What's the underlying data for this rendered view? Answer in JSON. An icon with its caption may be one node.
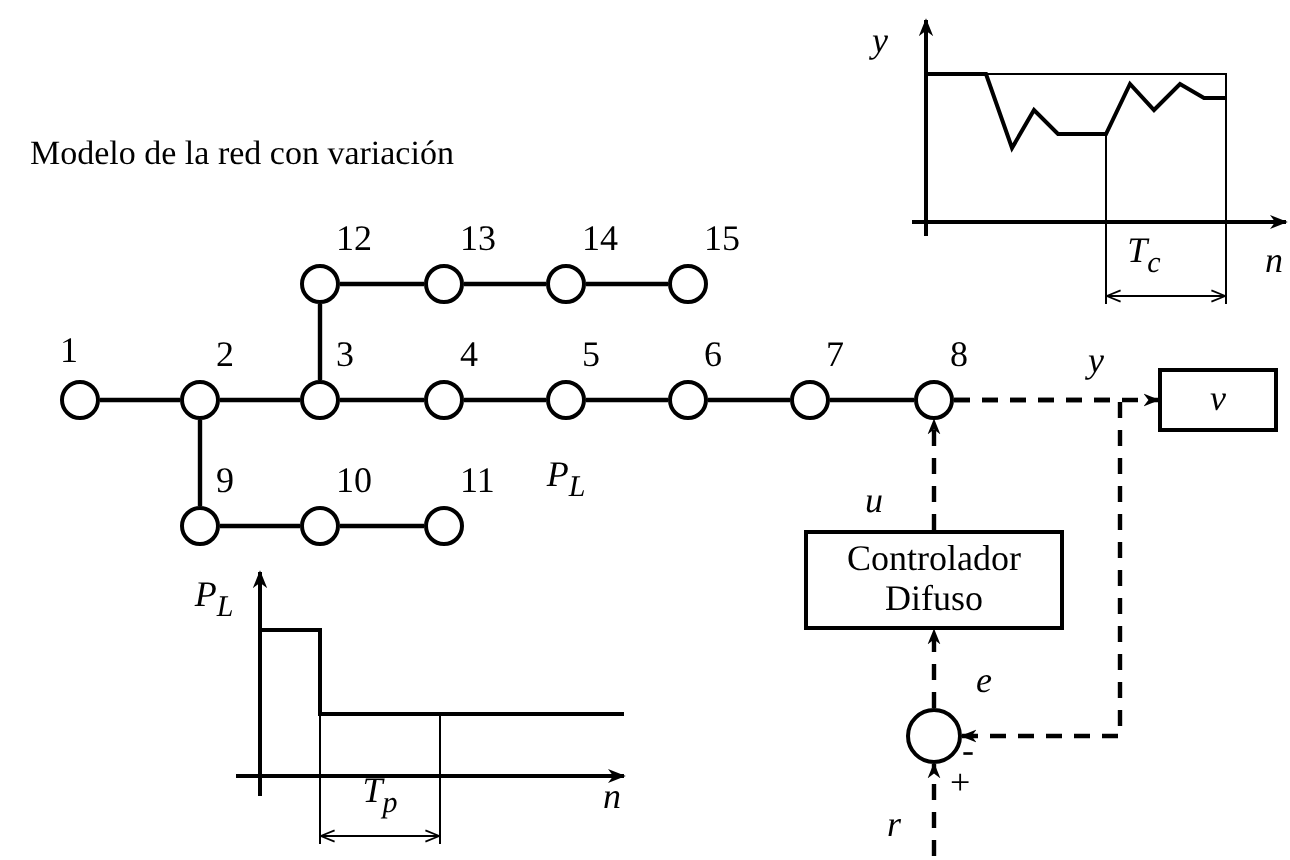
{
  "diagram": {
    "title": "Modelo de la red con variación",
    "nodes": [
      {
        "text": [],
        "shape": "circle",
        "beside": [
          "1"
        ]
      },
      {
        "text": [],
        "shape": "circle",
        "beside": [
          "2"
        ]
      },
      {
        "text": [],
        "shape": "circle",
        "beside": [
          "3"
        ]
      },
      {
        "text": [],
        "shape": "circle",
        "beside": [
          "4"
        ]
      },
      {
        "text": [],
        "shape": "circle",
        "beside": [
          "5"
        ]
      },
      {
        "text": [],
        "shape": "circle",
        "beside": [
          "6"
        ]
      },
      {
        "text": [],
        "shape": "circle",
        "beside": [
          "7"
        ]
      },
      {
        "text": [],
        "shape": "circle",
        "beside": [
          "8"
        ]
      },
      {
        "text": [],
        "shape": "circle",
        "beside": [
          "9"
        ]
      },
      {
        "text": [],
        "shape": "circle",
        "beside": [
          "10"
        ]
      },
      {
        "text": [],
        "shape": "circle",
        "beside": [
          "11"
        ]
      },
      {
        "text": [],
        "shape": "circle",
        "beside": [
          "12"
        ]
      },
      {
        "text": [],
        "shape": "circle",
        "beside": [
          "13"
        ]
      },
      {
        "text": [],
        "shape": "circle",
        "beside": [
          "14"
        ]
      },
      {
        "text": [],
        "shape": "circle",
        "beside": [
          "15"
        ]
      },
      {
        "text": [
          "v"
        ]
      },
      {
        "text": [
          "Controlador Difuso"
        ]
      },
      {
        "text": [],
        "shape": "circle",
        "beside": [
          "-",
          "+"
        ]
      }
    ],
    "edges": [
      {
        "from": 0,
        "to": 1,
        "arrow": "none"
      },
      {
        "from": 1,
        "to": 2,
        "arrow": "none"
      },
      {
        "from": 2,
        "to": 3,
        "arrow": "none"
      },
      {
        "from": 3,
        "to": 4,
        "arrow": "none"
      },
      {
        "from": 4,
        "to": 5,
        "arrow": "none"
      },
      {
        "from": 5,
        "to": 6,
        "arrow": "none"
      },
      {
        "from": 6,
        "to": 7,
        "arrow": "none"
      },
      {
        "from": 2,
        "to": 11,
        "arrow": "none"
      },
      {
        "from": 11,
        "to": 12,
        "arrow": "none"
      },
      {
        "from": 12,
        "to": 13,
        "arrow": "none"
      },
      {
        "from": 13,
        "to": 14,
        "arrow": "none"
      },
      {
        "from": 1,
        "to": 8,
        "arrow": "none"
      },
      {
        "from": 8,
        "to": 9,
        "arrow": "none"
      },
      {
        "from": 9,
        "to": 10,
        "arrow": "none"
      },
      {
        "from": 7,
        "to": 15,
        "arrow": "to",
        "style": "dashed",
        "label": "y"
      },
      {
        "from": 7,
        "to": 17,
        "arrow": "to",
        "style": "dashed"
      },
      {
        "from": 16,
        "to": 7,
        "arrow": "to",
        "style": "dashed",
        "label": "u"
      },
      {
        "from": 17,
        "to": 16,
        "arrow": "to",
        "style": "dashed",
        "label": "e"
      },
      {
        "from": null,
        "to": 17,
        "arrow": "to",
        "style": "dashed",
        "label": "r"
      }
    ],
    "labels": [
      "P$_{L}$",
      "y",
      "T$_{c}$",
      "n",
      "P$_{L}$",
      "T$_{p}$",
      "n"
    ]
  }
}
